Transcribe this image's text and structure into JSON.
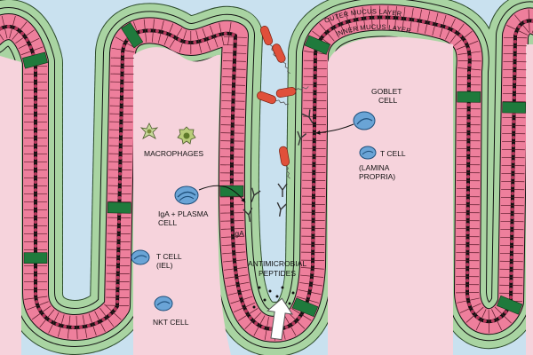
{
  "labels": {
    "outer_mucus": "OUTER MUCUS LAYER",
    "inner_mucus": "INNER MUCUS LAYER",
    "goblet_1": "GOBLET",
    "goblet_2": "CELL",
    "macrophages": "MACROPHAGES",
    "t_cell_lp_1": "T CELL",
    "t_cell_lp_2": "(LAMINA",
    "t_cell_lp_3": "PROPRIA)",
    "iga_plasma_1": "IgA + PLASMA",
    "iga_plasma_2": "CELL",
    "iga": "IgA",
    "t_cell_iel_1": "T CELL",
    "t_cell_iel_2": "(IEL)",
    "nkt_cell": "NKT CELL",
    "amp_1": "ANTIMICROBIAL",
    "amp_2": "PEPTIDES"
  },
  "colors": {
    "lumen": "#c9e1ef",
    "lamina_propria": "#f6d3dc",
    "mucus": "#a9d4a2",
    "epithelium": "#ee7f9c",
    "goblet": "#1f7a3c",
    "immune_cell": "#6aa4d6",
    "bacteria": "#e0503a"
  }
}
